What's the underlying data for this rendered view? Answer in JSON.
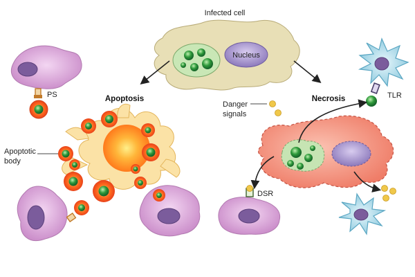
{
  "labels": {
    "infected_cell": "Infected cell",
    "nucleus": "Nucleus",
    "apoptosis": "Apoptosis",
    "necrosis": "Necrosis",
    "ps": "PS",
    "apoptotic_body_line1": "Apoptotic",
    "apoptotic_body_line2": "body",
    "danger_line1": "Danger",
    "danger_line2": "signals",
    "tlr": "TLR",
    "dsr": "DSR"
  },
  "colors": {
    "infected_cell": "#e6dcb0",
    "nucleus": "#a99bc9",
    "vacuole": "#c8e6b4",
    "pathogen": "#2e8b3a",
    "macrophage": "#d6a3d4",
    "macrophage_nucleus": "#7e5f9e",
    "apoptotic_core": "#ff9a1f",
    "apoptotic_body": "#ff5a1a",
    "necrotic_cell": "#f28a76",
    "dendritic_cell": "#9fd4e6",
    "danger_signal": "#f0c84a"
  }
}
